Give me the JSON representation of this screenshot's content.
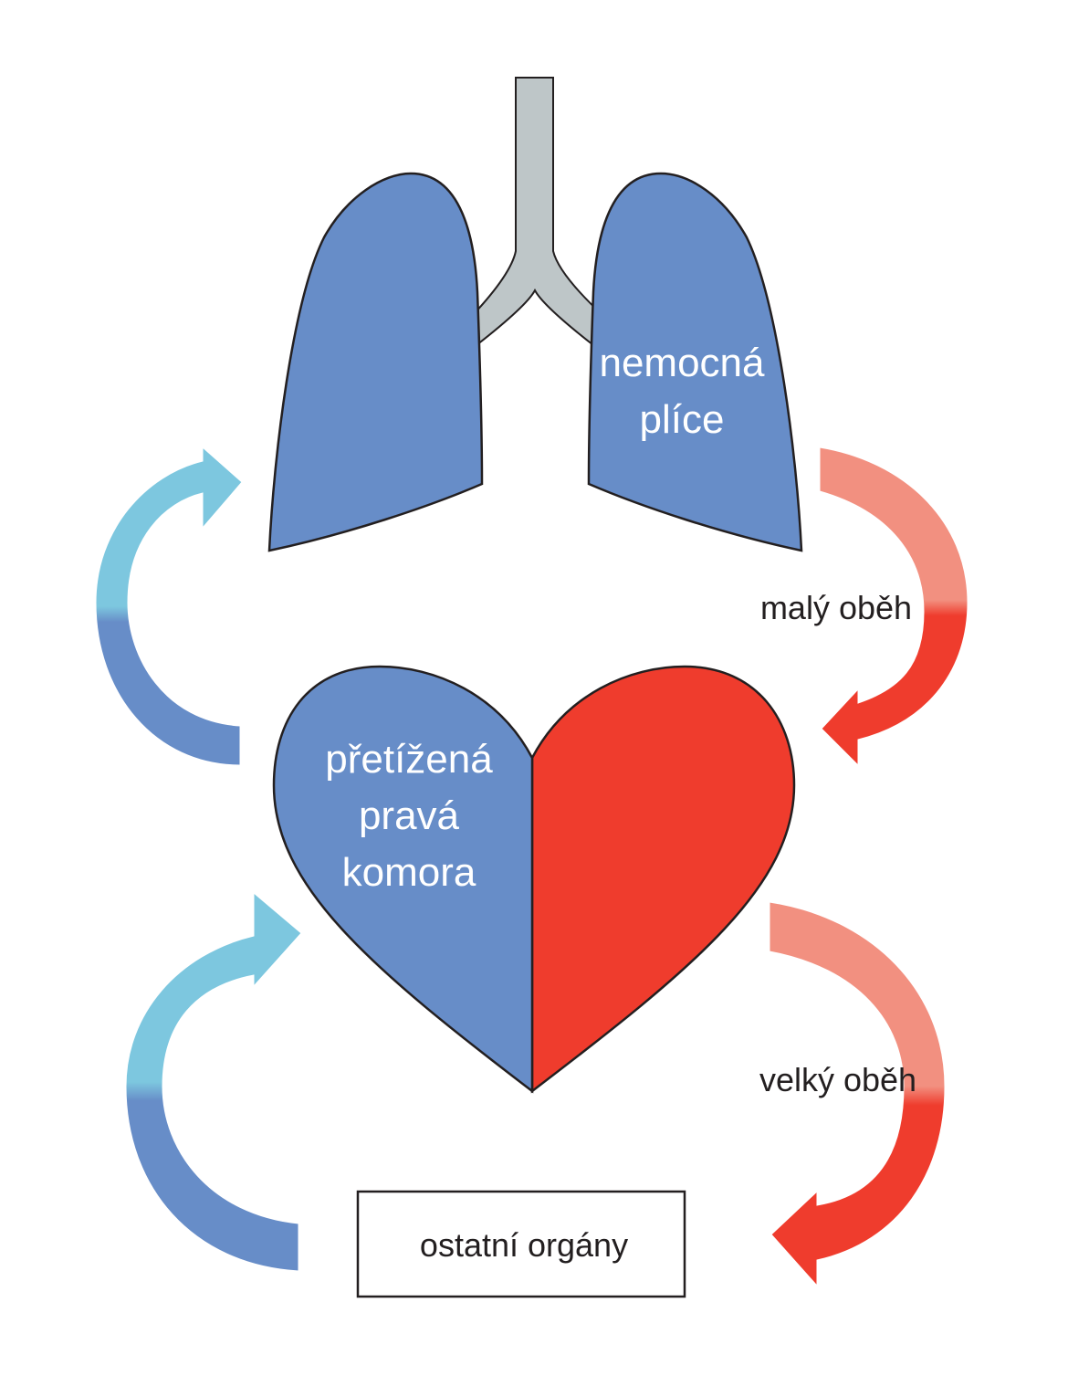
{
  "labels": {
    "diseased_lung_line1": "nemocná",
    "diseased_lung_line2": "plíce",
    "small_circulation": "malý oběh",
    "heart_line1": "přetížená",
    "heart_line2": "pravá",
    "heart_line3": "komora",
    "large_circulation": "velký oběh",
    "other_organs": "ostatní orgány"
  },
  "colors": {
    "lung_blue": "#678dc8",
    "trachea_gray": "#bec6c8",
    "deoxygenated_blue": "#678dc8",
    "deoxygenated_light_blue": "#7dc7df",
    "oxygenated_red": "#ef3c2d",
    "oxygenated_light_red": "#f29080",
    "outline": "#231f20"
  }
}
